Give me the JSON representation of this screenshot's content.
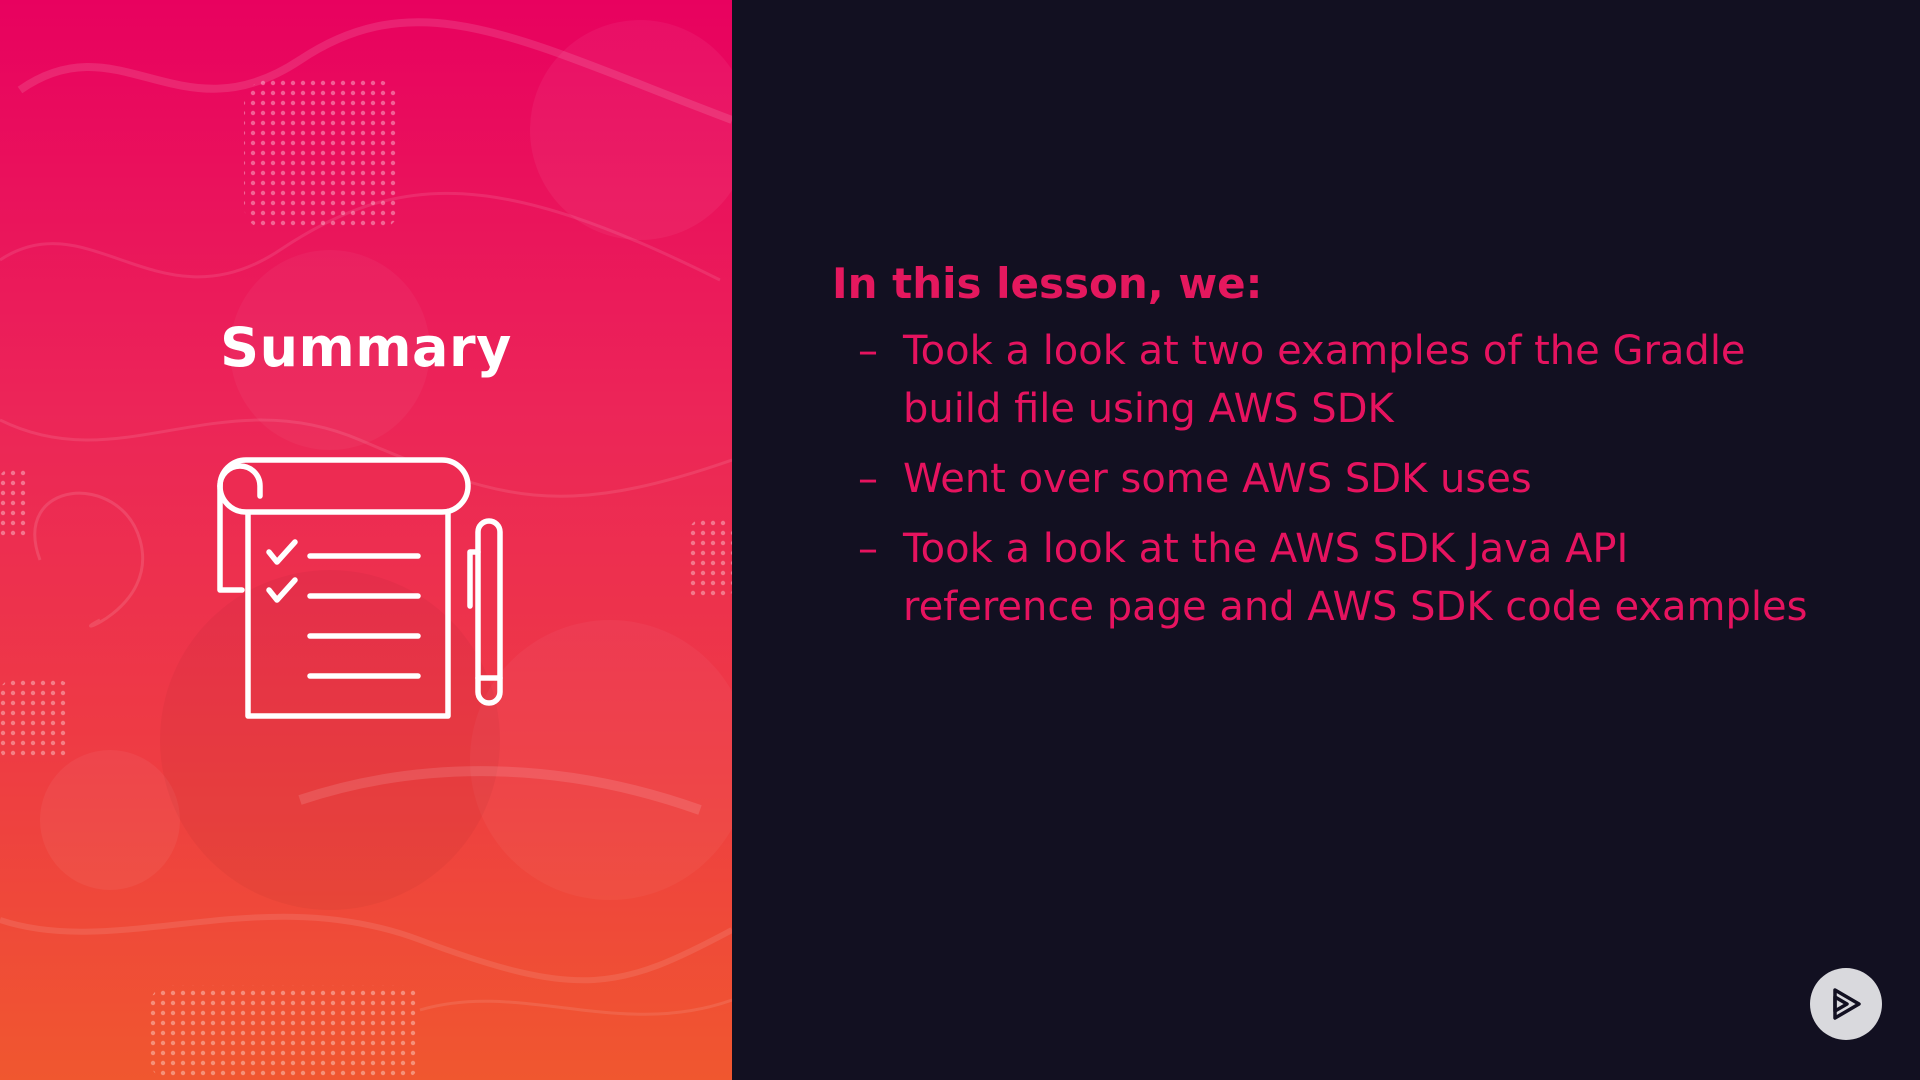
{
  "slide": {
    "title": "Summary",
    "heading": "In this lesson, we:",
    "bullets": [
      "Took a look at two examples of the Gradle build file using AWS SDK",
      "Went over some AWS SDK uses",
      "Took a look at the AWS SDK Java API reference page and AWS SDK code examples"
    ],
    "bullet_marker": "–"
  },
  "icons": {
    "summary": "notepad-checklist-icon",
    "pen": "pen-icon",
    "logo": "play-logo-icon"
  },
  "colors": {
    "background": "#121021",
    "accent": "#e6135f",
    "panel_top": "#e8015f",
    "panel_bottom": "#f0572f",
    "icon_stroke": "#ffffff"
  }
}
